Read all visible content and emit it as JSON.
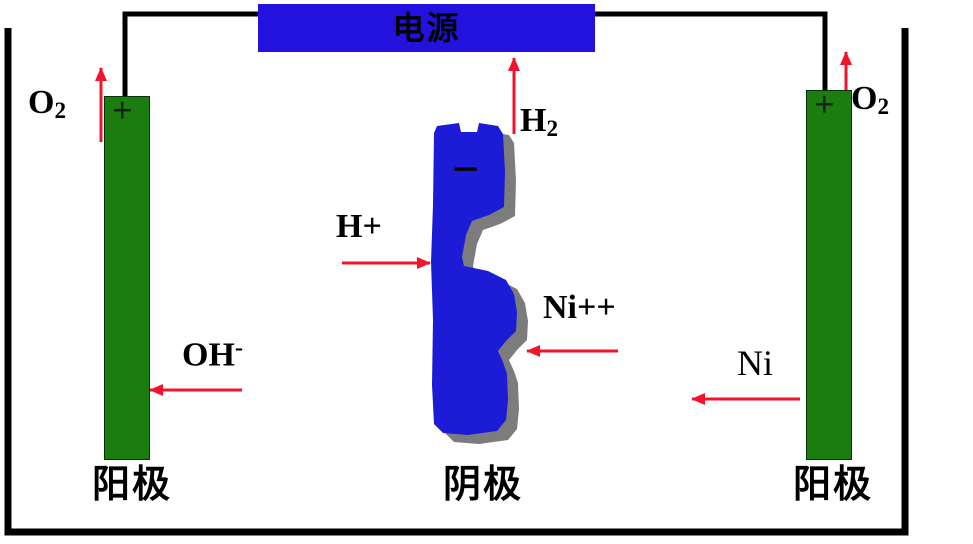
{
  "diagram": {
    "power_supply": {
      "label": "电源"
    },
    "left_anode": {
      "polarity": "+",
      "name": "阳极",
      "gas": {
        "base": "O",
        "sub": "2"
      },
      "ion": {
        "base": "OH",
        "sup": "-"
      }
    },
    "cathode": {
      "polarity": "−",
      "name": "阴极",
      "gas": {
        "base": "H",
        "sub": "2"
      },
      "ion_left": "H+",
      "ion_right": "Ni++"
    },
    "right_anode": {
      "polarity": "+",
      "name": "阳极",
      "gas": {
        "base": "O",
        "sub": "2"
      },
      "metal": "Ni"
    }
  },
  "colors": {
    "electrode_green": "#1b7d10",
    "cathode_blue": "#1c1cd6",
    "power_supply_blue": "#2312dd",
    "arrow_red": "#f2142d",
    "shadow_gray": "#7c7c7c",
    "wire_black": "#000000"
  }
}
